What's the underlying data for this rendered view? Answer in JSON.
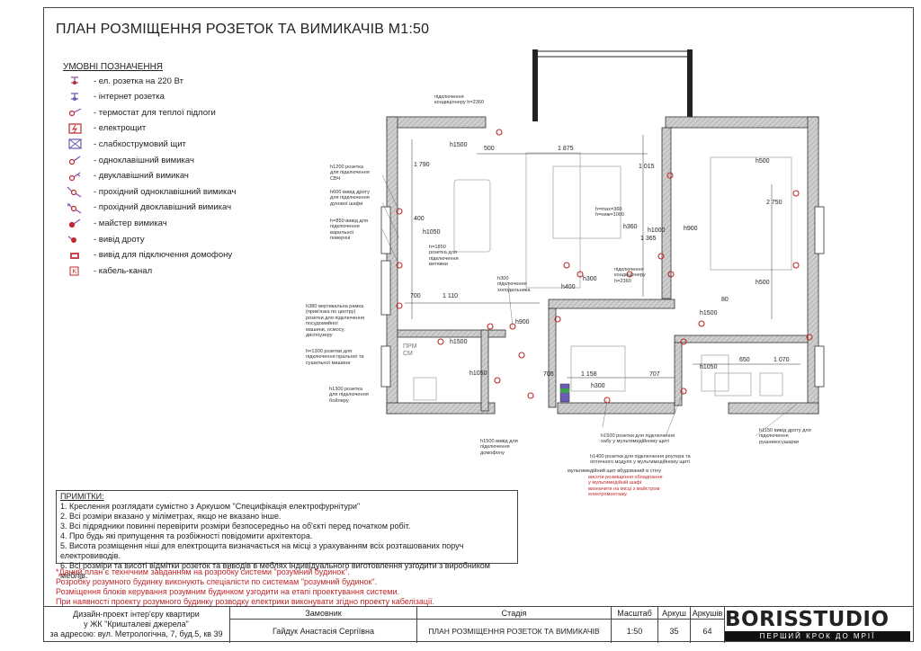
{
  "title": "ПЛАН РОЗМІЩЕННЯ РОЗЕТОК ТА ВИМИКАЧІВ М1:50",
  "legend": {
    "heading": "УМОВНІ ПОЗНАЧЕННЯ",
    "items": [
      {
        "icon": "power-socket-icon",
        "label": "- ел. розетка на 220 Вт"
      },
      {
        "icon": "internet-socket-icon",
        "label": "- інтернет розетка"
      },
      {
        "icon": "floor-thermostat-icon",
        "label": "- термостат для теплої підлоги"
      },
      {
        "icon": "electrical-panel-icon",
        "label": "- електрощит"
      },
      {
        "icon": "low-current-panel-icon",
        "label": "- слабкострумовий щит"
      },
      {
        "icon": "single-switch-icon",
        "label": "- одноклавішний вимикач"
      },
      {
        "icon": "double-switch-icon",
        "label": "- двуклавішний вимикач"
      },
      {
        "icon": "pass-single-switch-icon",
        "label": "- прохідний одноклавішний вимикач"
      },
      {
        "icon": "pass-double-switch-icon",
        "label": "- прохідний двоклавішний вимикач"
      },
      {
        "icon": "master-switch-icon",
        "label": "- майстер вимикач"
      },
      {
        "icon": "wire-outlet-icon",
        "label": "- вивід дроту"
      },
      {
        "icon": "intercom-outlet-icon",
        "label": "- вивід для підключення домофону"
      },
      {
        "icon": "cable-channel-icon",
        "label": "- кабель-канал"
      }
    ]
  },
  "plan": {
    "labels": {
      "ac_top": "підключення\nкондиціонеру h=2360",
      "ac_mid": "підключення\nкондиціонеру\nh=2360",
      "hood": "h1200 розетка\nдля підключення\nСВЧ",
      "oven": "h600 вивід дроту\nдля підключення\nдухової шафи",
      "worktop": "h=850 вивід для\nпідключення\nварильної\nповерхні",
      "extractor": "h=1850\nрозетка для\nпідключення\nвитяжки",
      "fridge": "h300\nпідключення\nхолодильника",
      "ventilation": "h380 вертикальна рамка\n(прив'язка по центру)\nрозетки для підключення\nпосудомийної\nмашини, осмосу,\nдиспоузеру",
      "washer": "h=1300 розетки для\nпідключення пральної та\nсушильної машини",
      "boiler": "h1300 розетка\nдля підключення\nбойлеру",
      "intercom": "h1500 вивід для\nпідключення\nдомофону",
      "hub": "h1500 розетки для підключення\nхабу у мультимедійному щиті",
      "router": "h1400 розетки для підключення роутера та\nоптичного модуля у мультимедійному щиті",
      "media_panel_1": "мультимедійний щит вбудований в стіну",
      "media_panel_2": "висоти розміщення обладнання\nу мультимедійній шафі\nвизначити на місці з майстром\nелектромонтажу.",
      "towel": "h1150 вивід дроту для\nпідключення\nрушникосушарки",
      "tv": "h=max=360\nh=ниж=1000",
      "prm": "ПРМ\nСМ"
    },
    "dims": {
      "d1875": "1 875",
      "d500": "500",
      "d1110": "1 110",
      "d700": "700",
      "d2750": "2 750",
      "d1158": "1 158",
      "d705": "705",
      "d707": "707",
      "d650": "650",
      "d1070": "1 070",
      "d80": "80",
      "d1015": "1 015",
      "d1365": "1 365",
      "d1790": "1 790",
      "d400": "400",
      "h1500a": "h1500",
      "h1050a": "h1050",
      "h900a": "h900",
      "h300a": "h300",
      "h500a": "h500",
      "h1500b": "h1500",
      "h1050b": "h1050",
      "h900b": "h900",
      "h300b": "h300",
      "h500b": "h500",
      "h1000": "h1000",
      "h360": "h360",
      "h400": "h400",
      "h1500c": "h1500",
      "h1050c": "h1050"
    }
  },
  "notes": {
    "heading": "ПРИМІТКИ:",
    "items": [
      "1. Креслення розглядати сумістно з Аркушом \"Специфікація електрофурнітури\"",
      "2. Всі розміри вказано у міліметрах, якщо не вказано інше.",
      "3. Всі підрядники повинні перевірити розміри безпосередньо на об'єкті перед початком робіт.",
      "4. Про будь які припущення та розбіжності повідомити архітектора.",
      "5. Висота розміщення ніші для електрощита визначається на місці з урахуванням всіх розташованих поруч електровиводів.",
      "6. Всі розміри та висоті відмітки розеток та виводів в меблях індивідуального виготовлення узгодити з виробником меблів."
    ]
  },
  "warnings": [
    "*Даний план є технічним завданням на розробку системи \"розумний будинок\".",
    "Розробку розумного будинку виконують спеціалісти по системам \"розумний будинок\".",
    "Розміщення блоків керування розумним будинком узгодити на етапі проектування системи.",
    "При наявності проекту розумного будинку розводку електрики виконувати згідно проекту кабелізації."
  ],
  "titleblock": {
    "project_line1": "Дизайн-проект інтер'єру квартири",
    "project_line2": "у ЖК \"Кришталеві джерела\"",
    "project_line3": "за адресою: вул. Метрологічна, 7, буд.5, кв 39",
    "client_header": "Замовник",
    "client": "Гайдук Анастасія Сергіївна",
    "stage_header": "Стадія",
    "stage": "ПЛАН РОЗМІЩЕННЯ РОЗЕТОК ТА ВИМИКАЧІВ",
    "scale_header": "Масштаб",
    "scale": "1:50",
    "sheet_header": "Аркуш",
    "sheet": "35",
    "sheets_header": "Аркушів",
    "sheets": "64"
  },
  "logo": {
    "name": "BORISSTUDIO",
    "slogan": "ПЕРШИЙ КРОК ДО МРІЇ"
  },
  "colors": {
    "accent": "#c0262a",
    "wall": "#b8b8b8",
    "line": "#222222"
  }
}
